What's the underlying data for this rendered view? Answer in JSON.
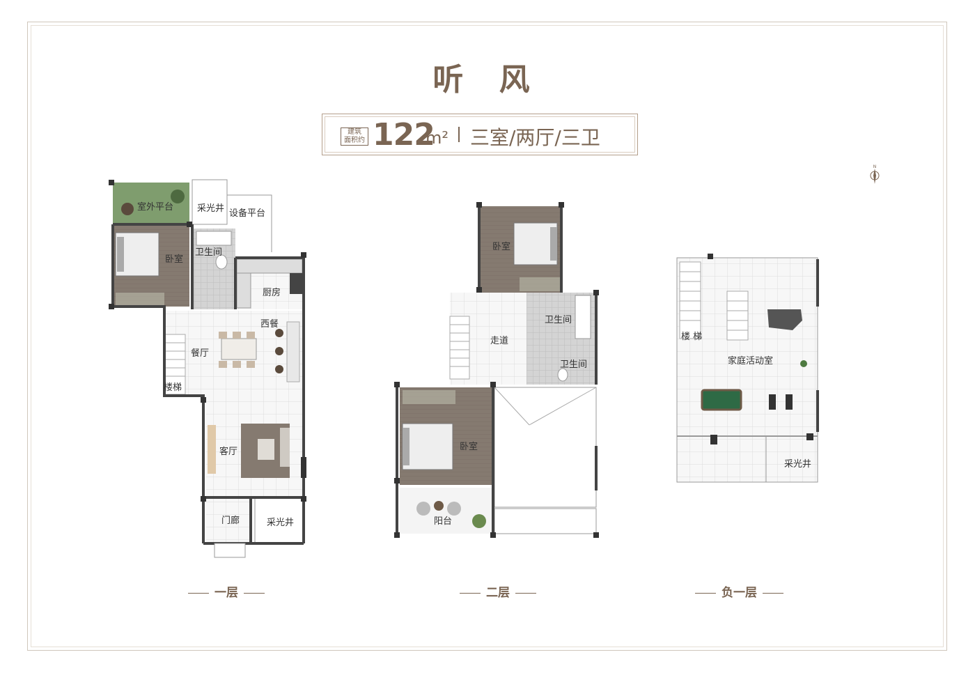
{
  "title": "听 风",
  "area": {
    "tag": "建筑\n面积约",
    "tag_line1": "建筑",
    "tag_line2": "面积约",
    "number": "122",
    "unit": "m²",
    "layout": "三室/两厅/三卫"
  },
  "colors": {
    "brand": "#7a6553",
    "wall": "#444444",
    "floor_tile": "#f3f3f3",
    "wood": "#857a70",
    "bathroom": "#d4d4d4",
    "terrace": "#7a9a6a"
  },
  "floors": [
    {
      "label": "一层",
      "rooms": [
        "室外平台",
        "采光井",
        "设备平台",
        "卧室",
        "卫生间",
        "厨房",
        "西餐",
        "餐厅",
        "楼梯",
        "客厅",
        "门廊",
        "采光井"
      ]
    },
    {
      "label": "二层",
      "rooms": [
        "卧室",
        "卫生间",
        "走道",
        "卫生间",
        "卧室",
        "阳台"
      ]
    },
    {
      "label": "负一层",
      "rooms": [
        "楼  梯",
        "家庭活动室",
        "采光井"
      ]
    }
  ],
  "compass_icon": "north-arrow-icon"
}
